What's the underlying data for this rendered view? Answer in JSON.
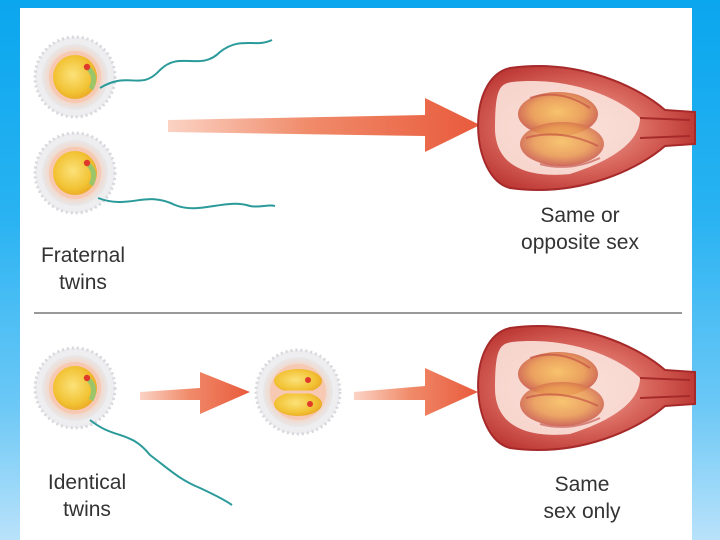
{
  "fraternal": {
    "label_line1": "Fraternal",
    "label_line2": "twins",
    "result_line1": "Same or",
    "result_line2": "opposite sex"
  },
  "identical": {
    "label_line1": "Identical",
    "label_line2": "twins",
    "result_line1": "Same",
    "result_line2": "sex only"
  },
  "colors": {
    "frame_blue": "#0aa6ee",
    "arrow": "#ee6a4a",
    "egg_yolk": "#f2c233",
    "sperm_tail": "#2a9a9a",
    "uterus": "#c23a3a"
  }
}
